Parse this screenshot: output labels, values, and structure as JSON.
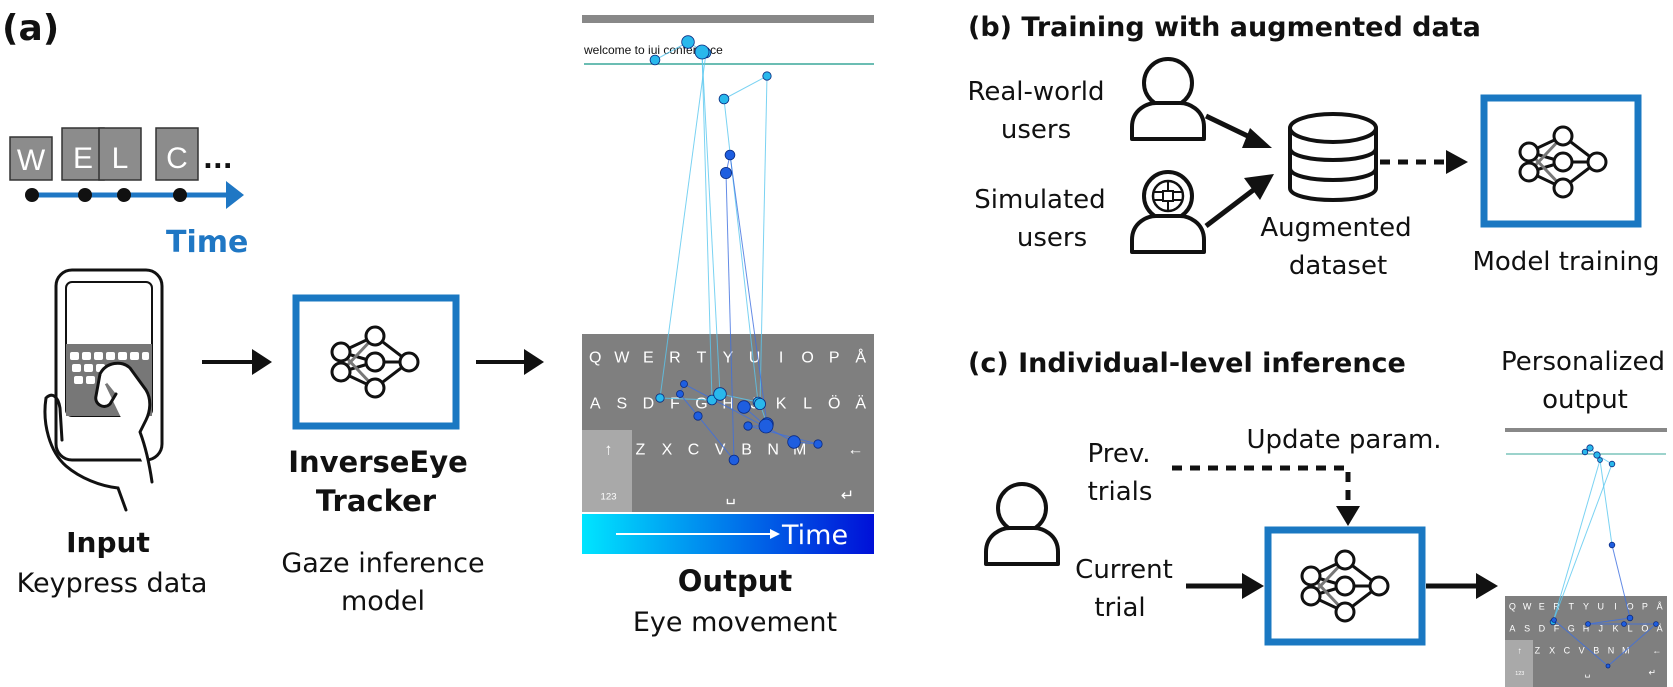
{
  "panel_a": {
    "label": "(a)",
    "letters": [
      "W",
      "E",
      "L",
      "C"
    ],
    "ellipsis": "...",
    "time_label": "Time",
    "input_title": "Input",
    "input_subtitle": "Keypress data",
    "model_title_line1": "InverseEye",
    "model_title_line2": "Tracker",
    "model_subtitle_line1": "Gaze inference",
    "model_subtitle_line2": "model",
    "output_title": "Output",
    "output_subtitle": "Eye movement",
    "phrase": "welcome to iui conference",
    "gradient_label": "Time",
    "gradient_colors": [
      "#00e5ff",
      "#0010d8"
    ]
  },
  "keyboard": {
    "row1": [
      "Q",
      "W",
      "E",
      "R",
      "T",
      "Y",
      "U",
      "I",
      "O",
      "P",
      "Å"
    ],
    "row2": [
      "A",
      "S",
      "D",
      "F",
      "G",
      "H",
      "J",
      "K",
      "L",
      "Ö",
      "Ä"
    ],
    "row3": [
      "Z",
      "X",
      "C",
      "V",
      "B",
      "N",
      "M"
    ],
    "shift": "↑",
    "backspace": "←",
    "numbers": "123",
    "space": "␣",
    "enter": "↵"
  },
  "panel_b": {
    "label": "(b) Training with augmented data",
    "real_users_line1": "Real-world",
    "real_users_line2": "users",
    "sim_users_line1": "Simulated",
    "sim_users_line2": "users",
    "dataset_line1": "Augmented",
    "dataset_line2": "dataset",
    "model_training": "Model training"
  },
  "panel_c": {
    "label": "(c) Individual-level inference",
    "prev_line1": "Prev.",
    "prev_line2": "trials",
    "update_param": "Update param.",
    "current_line1": "Current",
    "current_line2": "trial",
    "personalized_line1": "Personalized",
    "personalized_line2": "output"
  },
  "colors": {
    "accent_blue": "#1a78c2",
    "time_blue": "#1f77c4",
    "key_gray": "#7f7f7f",
    "box_gray": "#8c8c8c",
    "teal_line": "#3aa79a"
  }
}
